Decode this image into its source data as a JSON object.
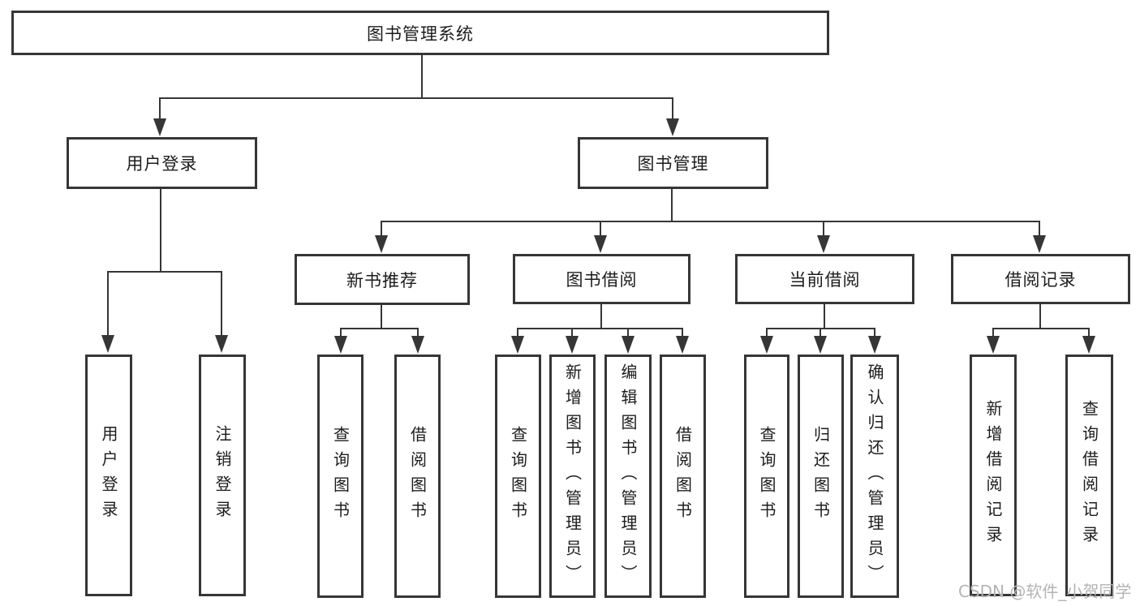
{
  "root": {
    "label": "图书管理系统"
  },
  "level2": [
    {
      "id": "user-login",
      "label": "用户登录"
    },
    {
      "id": "book-management",
      "label": "图书管理"
    }
  ],
  "level3": [
    {
      "id": "new-book-recommend",
      "label": "新书推荐"
    },
    {
      "id": "book-borrow",
      "label": "图书借阅"
    },
    {
      "id": "current-borrow",
      "label": "当前借阅"
    },
    {
      "id": "borrow-record",
      "label": "借阅记录"
    }
  ],
  "leaves": {
    "under_user_login": [
      {
        "label": "用户登录"
      },
      {
        "label": "注销登录"
      }
    ],
    "under_new_book_recommend": [
      {
        "label": "查询图书"
      },
      {
        "label": "借阅图书"
      }
    ],
    "under_book_borrow": [
      {
        "label": "查询图书"
      },
      {
        "label": "新增图书（管理员）"
      },
      {
        "label": "编辑图书（管理员）"
      },
      {
        "label": "借阅图书"
      }
    ],
    "under_current_borrow": [
      {
        "label": "查询图书"
      },
      {
        "label": "归还图书"
      },
      {
        "label": "确认归还（管理员）"
      }
    ],
    "under_borrow_record": [
      {
        "label": "新增借阅记录"
      },
      {
        "label": "查询借阅记录"
      }
    ]
  },
  "watermark": "CSDN @软件_小贺同学",
  "colors": {
    "line": "#363636",
    "text": "#1c1c1c",
    "watermark": "#b3b3b3"
  }
}
